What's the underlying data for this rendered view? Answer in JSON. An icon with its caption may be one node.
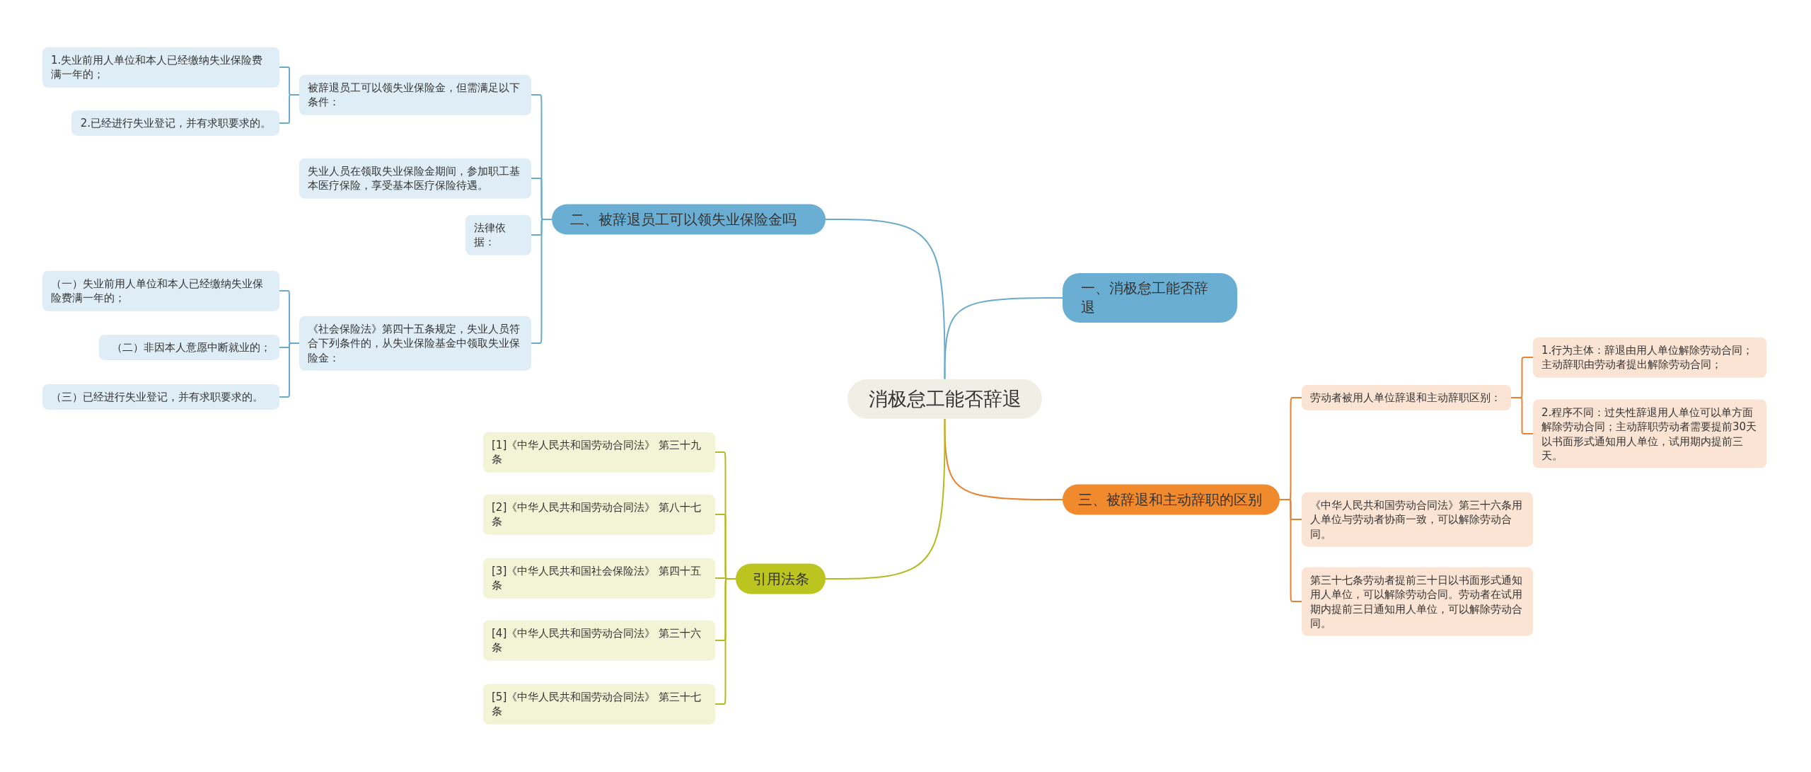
{
  "diagram": {
    "nodes": [
      {
        "text": [
          "消极怠工能否辞退"
        ]
      },
      {
        "text": [
          "一、消极怠工能否辞退"
        ]
      },
      {
        "text": [
          "二、被辞退员工可以领失业保险金吗"
        ]
      },
      {
        "text": [
          "被辞退员工可以领失业保险金，但需满足以下条件："
        ]
      },
      {
        "text": [
          "1.失业前用人单位和本人已经缴纳失业保险费满一年的；"
        ]
      },
      {
        "text": [
          "2.已经进行失业登记，并有求职要求的。"
        ]
      },
      {
        "text": [
          "失业人员在领取失业保险金期间，参加职工基本医疗保险，享受基本医疗保险待遇。"
        ]
      },
      {
        "text": [
          "法律依据："
        ]
      },
      {
        "text": [
          "《社会保险法》第四十五条规定，失业人员符合下列条件的，从失业保险基金中领取失业保险金："
        ]
      },
      {
        "text": [
          "（一）失业前用人单位和本人已经缴纳失业保险费满一年的；"
        ]
      },
      {
        "text": [
          "（二）非因本人意愿中断就业的；"
        ]
      },
      {
        "text": [
          "（三）已经进行失业登记，并有求职要求的。"
        ]
      },
      {
        "text": [
          "三、被辞退和主动辞职的区别"
        ]
      },
      {
        "text": [
          "劳动者被用人单位辞退和主动辞职区别："
        ]
      },
      {
        "text": [
          "1.行为主体：辞退由用人单位解除劳动合同；主动辞职由劳动者提出解除劳动合同；"
        ]
      },
      {
        "text": [
          "2.程序不同：过失性辞退用人单位可以单方面解除劳动合同；主动辞职劳动者需要提前30天以书面形式通知用人单位，试用期内提前三天。"
        ]
      },
      {
        "text": [
          "《中华人民共和国劳动合同法》第三十六条用人单位与劳动者协商一致，可以解除劳动合同。"
        ]
      },
      {
        "text": [
          "第三十七条劳动者提前三十日以书面形式通知用人单位，可以解除劳动合同。劳动者在试用期内提前三日通知用人单位，可以解除劳动合同。"
        ]
      },
      {
        "text": [
          "引用法条"
        ]
      },
      {
        "text": [
          "[1]《中华人民共和国劳动合同法》 第三十九条"
        ]
      },
      {
        "text": [
          "[2]《中华人民共和国劳动合同法》 第八十七条"
        ]
      },
      {
        "text": [
          "[3]《中华人民共和国社会保险法》 第四十五条"
        ]
      },
      {
        "text": [
          "[4]《中华人民共和国劳动合同法》 第三十六条"
        ]
      },
      {
        "text": [
          "[5]《中华人民共和国劳动合同法》 第三十七条"
        ]
      }
    ],
    "edges": [
      {
        "from": 0,
        "to": 1,
        "arrow": "none"
      },
      {
        "from": 0,
        "to": 2,
        "arrow": "none"
      },
      {
        "from": 2,
        "to": 3,
        "arrow": "none"
      },
      {
        "from": 3,
        "to": 4,
        "arrow": "none"
      },
      {
        "from": 3,
        "to": 5,
        "arrow": "none"
      },
      {
        "from": 2,
        "to": 6,
        "arrow": "none"
      },
      {
        "from": 2,
        "to": 7,
        "arrow": "none"
      },
      {
        "from": 2,
        "to": 8,
        "arrow": "none"
      },
      {
        "from": 8,
        "to": 9,
        "arrow": "none"
      },
      {
        "from": 8,
        "to": 10,
        "arrow": "none"
      },
      {
        "from": 8,
        "to": 11,
        "arrow": "none"
      },
      {
        "from": 0,
        "to": 12,
        "arrow": "none",
        "color": "#e8822e"
      },
      {
        "from": 12,
        "to": 13,
        "arrow": "none",
        "color": "#e8822e"
      },
      {
        "from": 13,
        "to": 14,
        "arrow": "none",
        "color": "#e8822e"
      },
      {
        "from": 13,
        "to": 15,
        "arrow": "none",
        "color": "#e8822e"
      },
      {
        "from": 12,
        "to": 16,
        "arrow": "none",
        "color": "#e8822e"
      },
      {
        "from": 12,
        "to": 17,
        "arrow": "none",
        "color": "#e8822e"
      },
      {
        "from": 0,
        "to": 18,
        "arrow": "none",
        "color": "#b3bb1c"
      },
      {
        "from": 18,
        "to": 19,
        "arrow": "none",
        "color": "#b3bb1c"
      },
      {
        "from": 18,
        "to": 20,
        "arrow": "none",
        "color": "#b3bb1c"
      },
      {
        "from": 18,
        "to": 21,
        "arrow": "none",
        "color": "#b3bb1c"
      },
      {
        "from": 18,
        "to": 22,
        "arrow": "none",
        "color": "#b3bb1c"
      },
      {
        "from": 18,
        "to": 23,
        "arrow": "none",
        "color": "#b3bb1c"
      }
    ]
  }
}
